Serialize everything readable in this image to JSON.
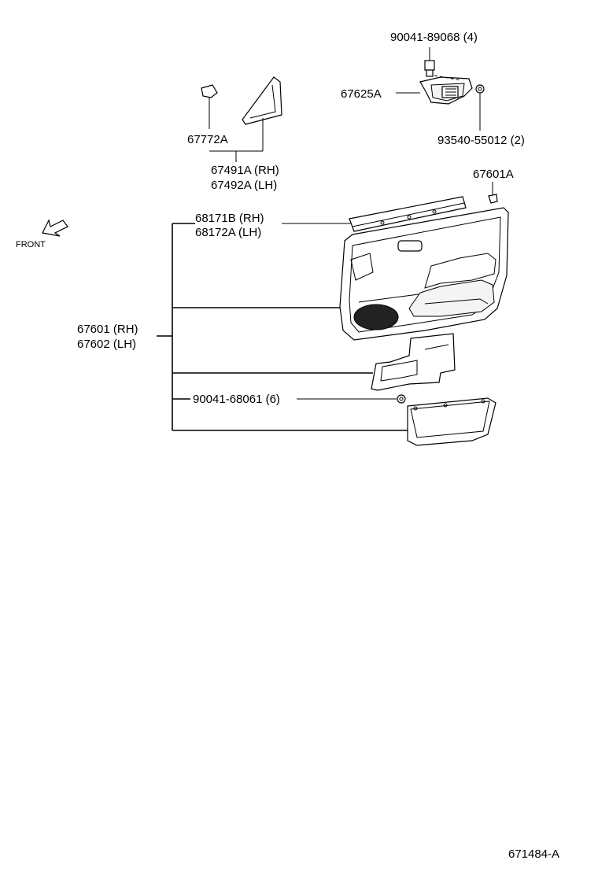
{
  "labels": {
    "bolt_top": "90041-89068 (4)",
    "bracket": "67625A",
    "clip_top_right": "93540-55012 (2)",
    "clip_left": "67772A",
    "garnish_rh": "67491A (RH)",
    "garnish_lh": "67492A (LH)",
    "clip_panel": "67601A",
    "weatherstrip_rh": "68171B (RH)",
    "weatherstrip_lh": "68172A (LH)",
    "front": "FRONT",
    "panel_rh": "67601 (RH)",
    "panel_lh": "67602 (LH)",
    "clip_lower": "90041-68061 (6)",
    "diagram_code": "671484-A"
  },
  "icons": {
    "front_arrow": "front-direction-arrow-icon"
  }
}
